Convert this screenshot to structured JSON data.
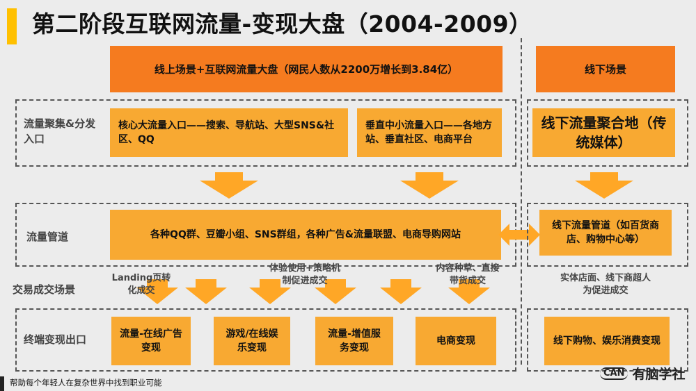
{
  "title": "第二阶段互联网流量-变现大盘（2004-2009）",
  "headers": {
    "online": "线上场景+互联网流量大盘（网民人数从2200万增长到3.84亿）",
    "offline": "线下场景"
  },
  "rows": {
    "gather": {
      "label": "流量聚集&分发入口",
      "core": "核心大流量入口——搜索、导航站、大型SNS&社区、QQ",
      "vertical": "垂直中小流量入口——各地方站、垂直社区、电商平台",
      "offline": "线下流量聚合地（传统媒体）"
    },
    "pipe": {
      "label": "流量管道",
      "online": "各种QQ群、豆瓣小组、SNS群组，各种广告&流量联盟、电商导购网站",
      "offline": "线下流量管道（如百货商店、购物中心等）"
    },
    "transaction": {
      "label": "交易成交场景",
      "notes": [
        "Landing页转化成交",
        "体验使用+策略机制促进成交",
        "内容种草、直接带货成交",
        "实体店面、线下商超人为促进成交"
      ]
    },
    "monetize": {
      "label": "终端变现出口",
      "items": [
        "流量-在线广告变现",
        "游戏/在线娱乐变现",
        "流量-增值服务变现",
        "电商变现"
      ],
      "offline": "线下购物、娱乐消费变现"
    }
  },
  "footer": "帮助每个年轻人在复杂世界中找到职业可能",
  "logo": {
    "mark": "CAN",
    "name": "有脑学社"
  },
  "colors": {
    "header": "#f57b1f",
    "box": "#f8a932",
    "arrow": "#ffa726",
    "accent": "#ffc000"
  }
}
